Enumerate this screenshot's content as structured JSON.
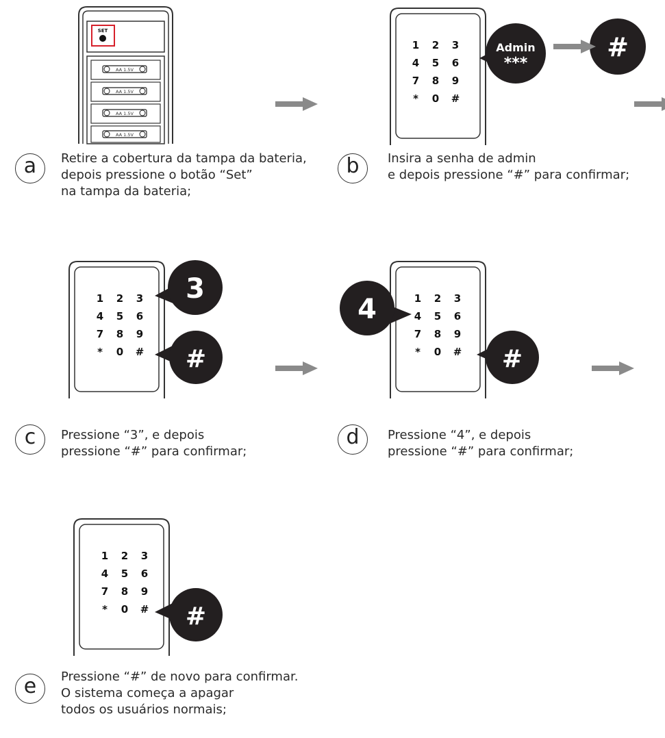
{
  "device_a": {
    "set_label": "SET",
    "battery_label": "AA 1.5V"
  },
  "keypad": {
    "keys": [
      "1",
      "2",
      "3",
      "4",
      "5",
      "6",
      "7",
      "8",
      "9",
      "*",
      "0",
      "#"
    ]
  },
  "bubbles": {
    "b_admin_title": "Admin",
    "b_admin_stars": "***",
    "b_hash": "#",
    "c_three": "3",
    "c_hash": "#",
    "d_four": "4",
    "d_hash": "#",
    "e_hash": "#"
  },
  "steps": [
    {
      "letter": "a",
      "lines": [
        "Retire a cobertura da tampa da bateria,",
        "depois pressione o botão “Set”",
        "na tampa da bateria;"
      ]
    },
    {
      "letter": "b",
      "lines": [
        "Insira a senha de admin",
        "e depois pressione “#” para confirmar;"
      ]
    },
    {
      "letter": "c",
      "lines": [
        "Pressione “3”, e depois",
        "pressione “#” para confirmar;"
      ]
    },
    {
      "letter": "d",
      "lines": [
        "Pressione “4”, e depois",
        "pressione “#” para confirmar;"
      ]
    },
    {
      "letter": "e",
      "lines": [
        "Pressione “#” de novo para confirmar.",
        "O sistema começa a apagar",
        "todos os usuários normais;"
      ]
    }
  ]
}
